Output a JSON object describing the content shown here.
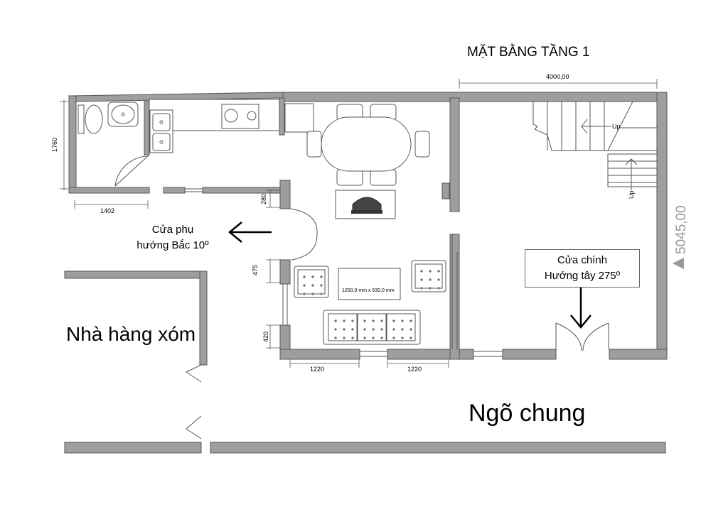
{
  "title": "MẶT BẰNG TẦNG 1",
  "labels": {
    "side_door_line1": "Cửa phụ",
    "side_door_line2": "hướng Bắc 10º",
    "main_door_line1": "Cửa chính",
    "main_door_line2": "Hướng tây 275º",
    "neighbor": "Nhà hàng xóm",
    "alley": "Ngõ chung",
    "table_size": "1250,0 mm x 630,0 mm",
    "stair_up_1": "Up",
    "stair_up_2": "Up"
  },
  "dimensions": {
    "top_width": "4000,00",
    "depth": "5045,00",
    "wc_height": "1760",
    "wc_width": "1402",
    "d280": "280",
    "d475": "475",
    "d420": "420",
    "window_left": "1220",
    "window_right": "1220"
  },
  "colors": {
    "wall": "#9e9e9e",
    "wall_edge": "#555555",
    "furniture": "#555555"
  }
}
